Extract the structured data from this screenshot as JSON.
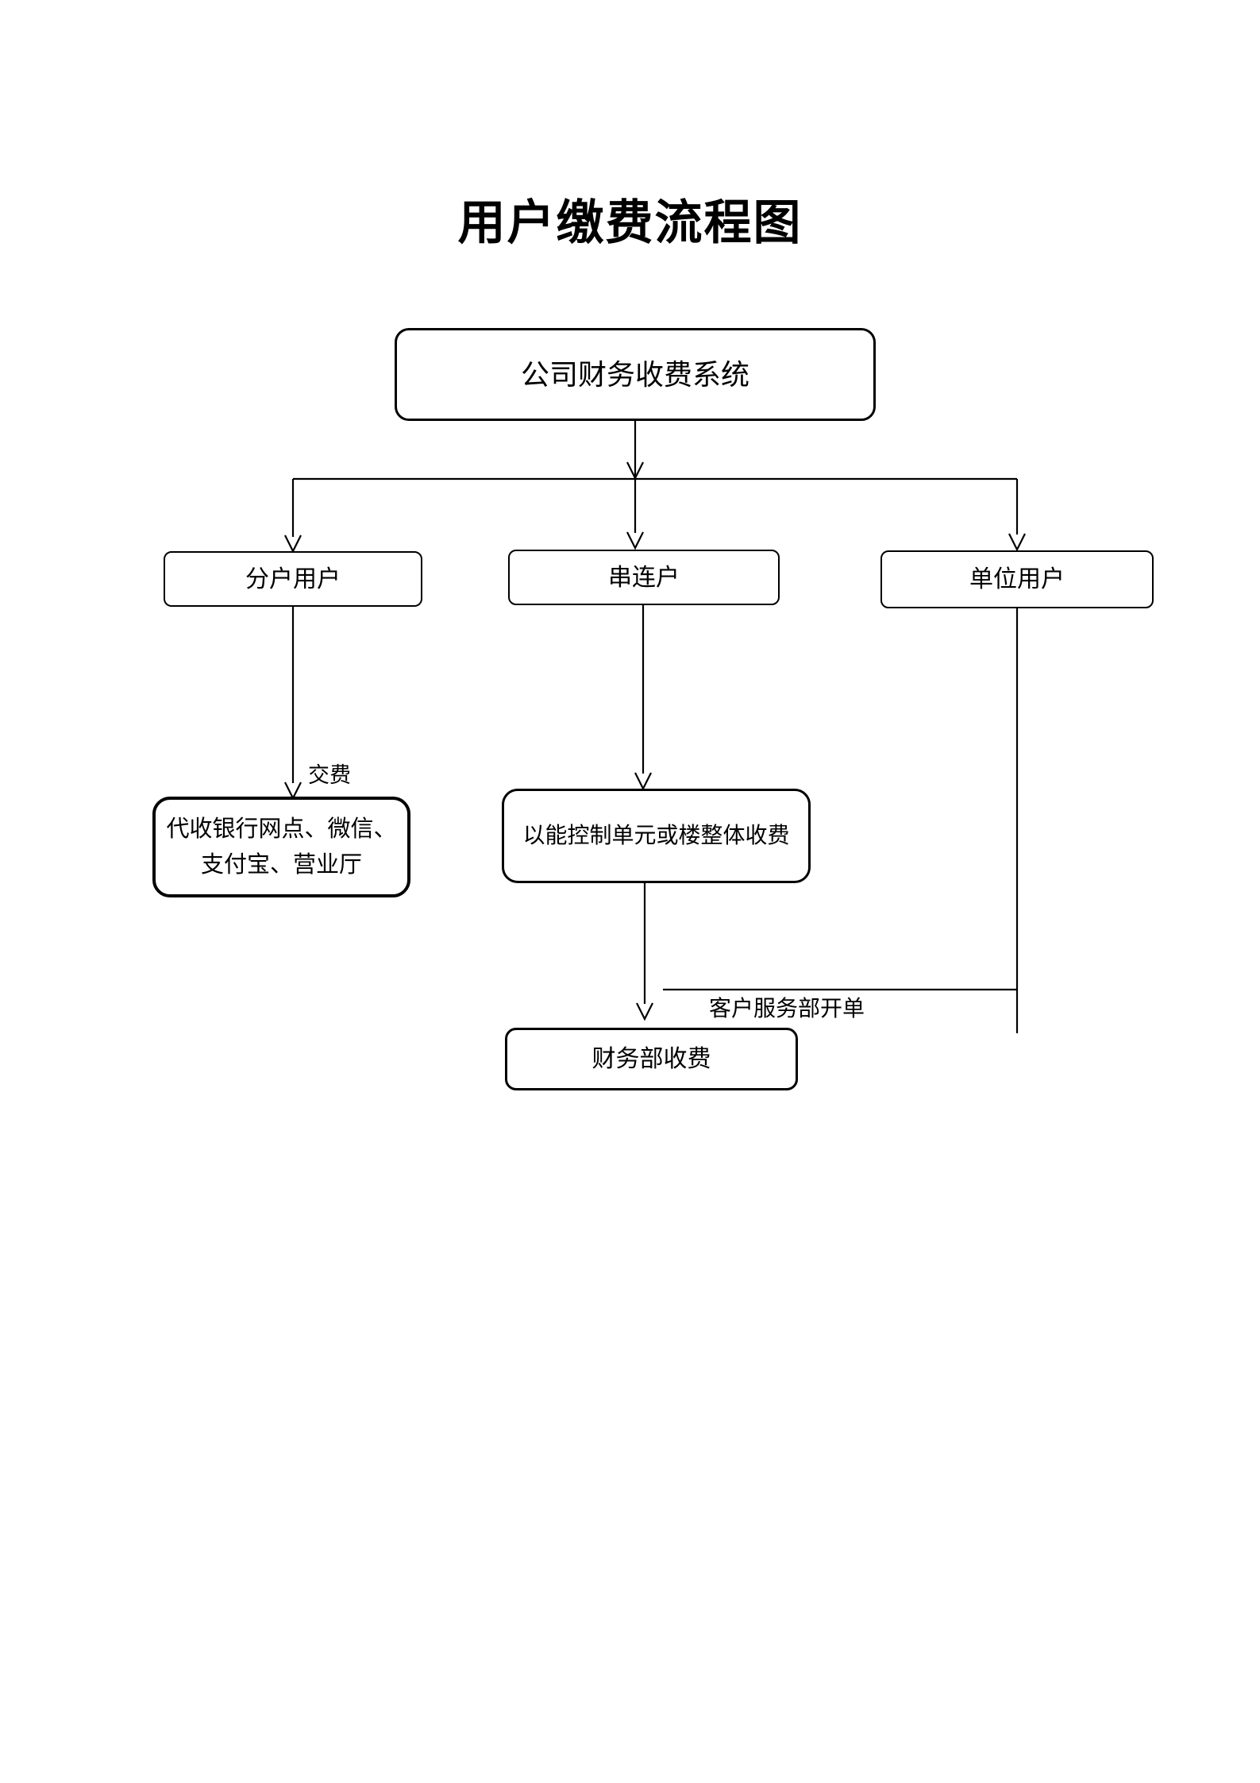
{
  "page": {
    "title": "用户缴费流程图"
  },
  "nodes": {
    "system": {
      "label": "公司财务收费系统"
    },
    "split_user": {
      "label": "分户用户"
    },
    "series_user": {
      "label": "串连户"
    },
    "unit_user": {
      "label": "单位用户"
    },
    "payment_channels": {
      "lines": [
        "代收银行网点、微信、",
        "支付宝、营业厅"
      ]
    },
    "unit_building": {
      "label": "以能控制单元或楼整体收费"
    },
    "finance_dept": {
      "label": "财务部收费"
    }
  },
  "edge_labels": {
    "pay_fee": "交费",
    "service_billing": "客户服务部开单"
  },
  "colors": {
    "stroke": "#000000",
    "background": "#ffffff"
  }
}
